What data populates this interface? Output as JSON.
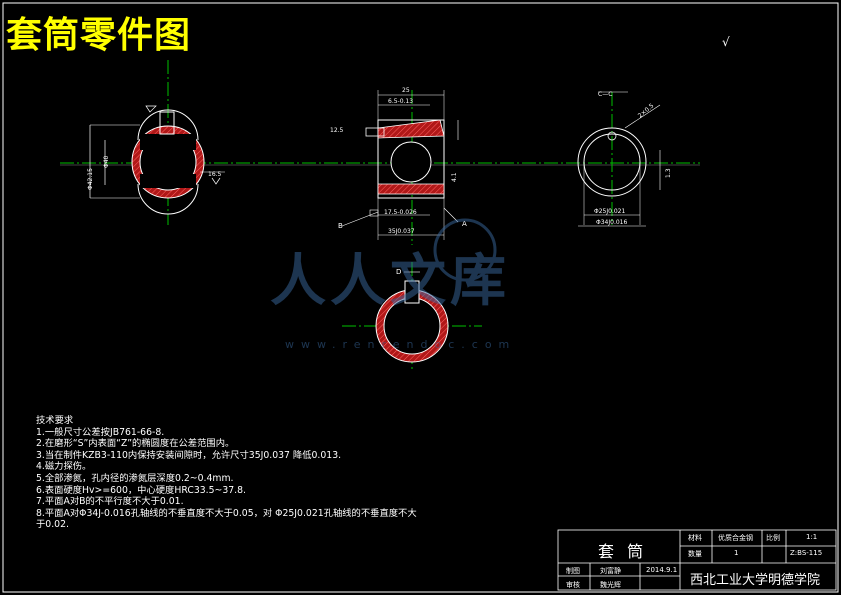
{
  "title": "套筒零件图",
  "roughness_mark": "√",
  "watermark": {
    "text": "人人文库",
    "url": "www.renrendoc.com"
  },
  "tech_requirements": {
    "heading": "技术要求",
    "items": [
      "1.一般尺寸公差按JB761-66-8.",
      "2.在磨形“S”内表面“Z”的椭圆度在公差范围内。",
      "3.当在制件KZB3-110内保持安装间隙时，允许尺寸35J0.037 降低0.013.",
      "4.磁力探伤。",
      "5.全部渗氮，孔内径的渗氮层深度0.2~0.4mm.",
      "6.表面硬度Hv>=600，中心硬度HRC33.5~37.8.",
      "7.平面A对B的不平行度不大于0.01.",
      "8.平面A对Φ34J-0.016孔轴线的不垂直度不大于0.05，对 Φ25J0.021孔轴线的不垂直度不大",
      "于0.02."
    ]
  },
  "title_block": {
    "part_name": "套 筒",
    "material_label": "材料",
    "material_value": "优质合金钢",
    "scale_label": "比例",
    "scale_value": "1:1",
    "qty_label": "数量",
    "qty_value": "1",
    "drawing_no": "Z:BS-115",
    "drawn_label": "制图",
    "drawn_name": "刘富静",
    "date": "2014.9.1",
    "checked_label": "审核",
    "checked_name": "魏光辉",
    "school": "西北工业大学明德学院"
  },
  "dims": {
    "d1": "Φ40",
    "d2": "Φ42.15",
    "d3": "16.5",
    "top_len": "25",
    "hole_a": "6.5-0.13",
    "side_r": "12.5",
    "bot_len": "35J0.037",
    "bot_sub": "17.5-0.026",
    "chamfer": "4.1",
    "right_a": "2×0.5",
    "right_d1": "Φ25J0.021",
    "right_d2": "Φ34J0.016",
    "right_h": "1.3",
    "sec_cc": "C—C",
    "label_a": "A",
    "label_b": "B",
    "label_c": "C",
    "label_d": "D"
  }
}
